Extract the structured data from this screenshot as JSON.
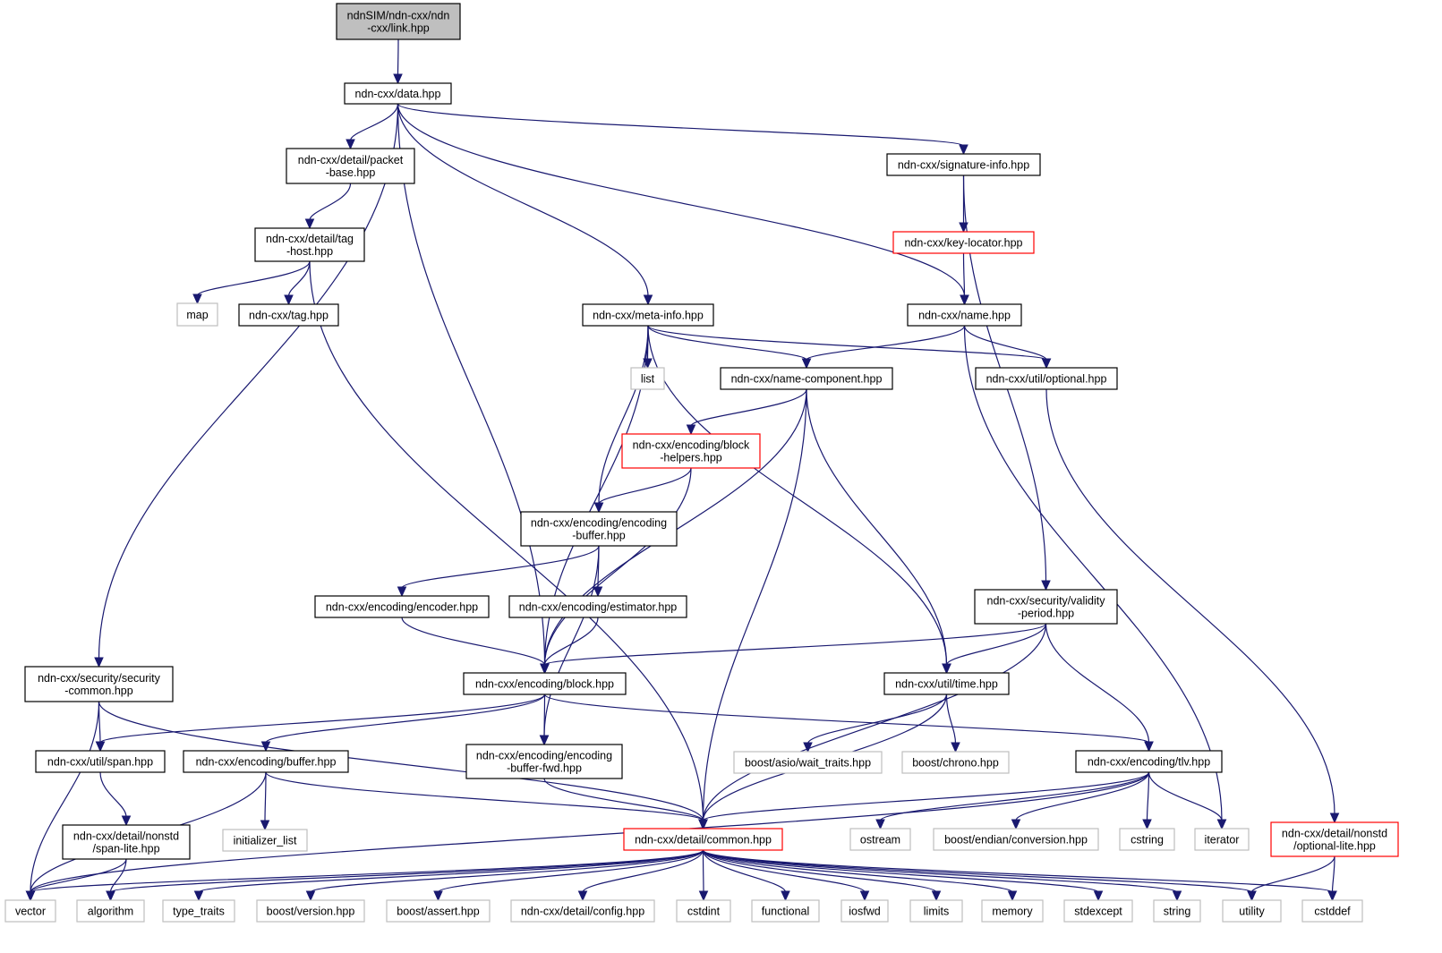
{
  "title": "ndnSIM/ndn-cxx/ndn-cxx/link.hpp include dependency graph",
  "colors": {
    "edge": "#191970",
    "root_fill": "#bfbfbf",
    "normal_border": "#000000",
    "truncated_border": "#ff0000",
    "system_border": "#bfbfbf"
  },
  "nodes": [
    {
      "id": "link",
      "label": [
        "ndnSIM/ndn-cxx/ndn",
        "-cxx/link.hpp"
      ],
      "kind": "root"
    },
    {
      "id": "data",
      "label": [
        "ndn-cxx/data.hpp"
      ],
      "kind": "normal"
    },
    {
      "id": "packet_base",
      "label": [
        "ndn-cxx/detail/packet",
        "-base.hpp"
      ],
      "kind": "normal"
    },
    {
      "id": "tag_host",
      "label": [
        "ndn-cxx/detail/tag",
        "-host.hpp"
      ],
      "kind": "normal"
    },
    {
      "id": "map",
      "label": [
        "map"
      ],
      "kind": "system"
    },
    {
      "id": "tag",
      "label": [
        "ndn-cxx/tag.hpp"
      ],
      "kind": "normal"
    },
    {
      "id": "signature_info",
      "label": [
        "ndn-cxx/signature-info.hpp"
      ],
      "kind": "normal"
    },
    {
      "id": "key_locator",
      "label": [
        "ndn-cxx/key-locator.hpp"
      ],
      "kind": "truncated"
    },
    {
      "id": "meta_info",
      "label": [
        "ndn-cxx/meta-info.hpp"
      ],
      "kind": "normal"
    },
    {
      "id": "name",
      "label": [
        "ndn-cxx/name.hpp"
      ],
      "kind": "normal"
    },
    {
      "id": "list",
      "label": [
        "list"
      ],
      "kind": "system"
    },
    {
      "id": "name_component",
      "label": [
        "ndn-cxx/name-component.hpp"
      ],
      "kind": "normal"
    },
    {
      "id": "optional",
      "label": [
        "ndn-cxx/util/optional.hpp"
      ],
      "kind": "normal"
    },
    {
      "id": "block_helpers",
      "label": [
        "ndn-cxx/encoding/block",
        "-helpers.hpp"
      ],
      "kind": "truncated"
    },
    {
      "id": "encoding_buffer",
      "label": [
        "ndn-cxx/encoding/encoding",
        "-buffer.hpp"
      ],
      "kind": "normal"
    },
    {
      "id": "encoder",
      "label": [
        "ndn-cxx/encoding/encoder.hpp"
      ],
      "kind": "normal"
    },
    {
      "id": "estimator",
      "label": [
        "ndn-cxx/encoding/estimator.hpp"
      ],
      "kind": "normal"
    },
    {
      "id": "validity_period",
      "label": [
        "ndn-cxx/security/validity",
        "-period.hpp"
      ],
      "kind": "normal"
    },
    {
      "id": "security_common",
      "label": [
        "ndn-cxx/security/security",
        "-common.hpp"
      ],
      "kind": "normal"
    },
    {
      "id": "block",
      "label": [
        "ndn-cxx/encoding/block.hpp"
      ],
      "kind": "normal"
    },
    {
      "id": "time",
      "label": [
        "ndn-cxx/util/time.hpp"
      ],
      "kind": "normal"
    },
    {
      "id": "span",
      "label": [
        "ndn-cxx/util/span.hpp"
      ],
      "kind": "normal"
    },
    {
      "id": "buffer",
      "label": [
        "ndn-cxx/encoding/buffer.hpp"
      ],
      "kind": "normal"
    },
    {
      "id": "encoding_buffer_fwd",
      "label": [
        "ndn-cxx/encoding/encoding",
        "-buffer-fwd.hpp"
      ],
      "kind": "normal"
    },
    {
      "id": "wait_traits",
      "label": [
        "boost/asio/wait_traits.hpp"
      ],
      "kind": "system"
    },
    {
      "id": "chrono",
      "label": [
        "boost/chrono.hpp"
      ],
      "kind": "system"
    },
    {
      "id": "tlv",
      "label": [
        "ndn-cxx/encoding/tlv.hpp"
      ],
      "kind": "normal"
    },
    {
      "id": "span_lite",
      "label": [
        "ndn-cxx/detail/nonstd",
        "/span-lite.hpp"
      ],
      "kind": "normal"
    },
    {
      "id": "initializer_list",
      "label": [
        "initializer_list"
      ],
      "kind": "system"
    },
    {
      "id": "common",
      "label": [
        "ndn-cxx/detail/common.hpp"
      ],
      "kind": "truncated"
    },
    {
      "id": "ostream",
      "label": [
        "ostream"
      ],
      "kind": "system"
    },
    {
      "id": "endian",
      "label": [
        "boost/endian/conversion.hpp"
      ],
      "kind": "system"
    },
    {
      "id": "cstring",
      "label": [
        "cstring"
      ],
      "kind": "system"
    },
    {
      "id": "iterator",
      "label": [
        "iterator"
      ],
      "kind": "system"
    },
    {
      "id": "optional_lite",
      "label": [
        "ndn-cxx/detail/nonstd",
        "/optional-lite.hpp"
      ],
      "kind": "truncated"
    },
    {
      "id": "vector",
      "label": [
        "vector"
      ],
      "kind": "system"
    },
    {
      "id": "algorithm",
      "label": [
        "algorithm"
      ],
      "kind": "system"
    },
    {
      "id": "type_traits",
      "label": [
        "type_traits"
      ],
      "kind": "system"
    },
    {
      "id": "boost_version",
      "label": [
        "boost/version.hpp"
      ],
      "kind": "system"
    },
    {
      "id": "boost_assert",
      "label": [
        "boost/assert.hpp"
      ],
      "kind": "system"
    },
    {
      "id": "config",
      "label": [
        "ndn-cxx/detail/config.hpp"
      ],
      "kind": "system"
    },
    {
      "id": "cstdint",
      "label": [
        "cstdint"
      ],
      "kind": "system"
    },
    {
      "id": "functional",
      "label": [
        "functional"
      ],
      "kind": "system"
    },
    {
      "id": "iosfwd",
      "label": [
        "iosfwd"
      ],
      "kind": "system"
    },
    {
      "id": "limits",
      "label": [
        "limits"
      ],
      "kind": "system"
    },
    {
      "id": "memory",
      "label": [
        "memory"
      ],
      "kind": "system"
    },
    {
      "id": "stdexcept",
      "label": [
        "stdexcept"
      ],
      "kind": "system"
    },
    {
      "id": "string",
      "label": [
        "string"
      ],
      "kind": "system"
    },
    {
      "id": "utility",
      "label": [
        "utility"
      ],
      "kind": "system"
    },
    {
      "id": "cstddef",
      "label": [
        "cstddef"
      ],
      "kind": "system"
    }
  ],
  "edges": [
    [
      "link",
      "data"
    ],
    [
      "data",
      "packet_base"
    ],
    [
      "data",
      "meta_info"
    ],
    [
      "data",
      "signature_info"
    ],
    [
      "data",
      "name"
    ],
    [
      "data",
      "block"
    ],
    [
      "data",
      "security_common"
    ],
    [
      "packet_base",
      "tag_host"
    ],
    [
      "tag_host",
      "map"
    ],
    [
      "tag_host",
      "tag"
    ],
    [
      "tag_host",
      "common"
    ],
    [
      "signature_info",
      "key_locator"
    ],
    [
      "signature_info",
      "validity_period"
    ],
    [
      "key_locator",
      "name"
    ],
    [
      "meta_info",
      "list"
    ],
    [
      "meta_info",
      "name_component"
    ],
    [
      "meta_info",
      "optional"
    ],
    [
      "meta_info",
      "encoding_buffer"
    ],
    [
      "meta_info",
      "block"
    ],
    [
      "meta_info",
      "time"
    ],
    [
      "name",
      "name_component"
    ],
    [
      "name",
      "optional"
    ],
    [
      "name",
      "iterator"
    ],
    [
      "name_component",
      "block_helpers"
    ],
    [
      "name_component",
      "block"
    ],
    [
      "name_component",
      "time"
    ],
    [
      "name_component",
      "common"
    ],
    [
      "optional",
      "optional_lite"
    ],
    [
      "block_helpers",
      "encoding_buffer"
    ],
    [
      "block_helpers",
      "block"
    ],
    [
      "encoding_buffer",
      "encoder"
    ],
    [
      "encoding_buffer",
      "estimator"
    ],
    [
      "encoding_buffer",
      "encoding_buffer_fwd"
    ],
    [
      "encoder",
      "block"
    ],
    [
      "estimator",
      "block"
    ],
    [
      "validity_period",
      "block"
    ],
    [
      "validity_period",
      "time"
    ],
    [
      "validity_period",
      "tlv"
    ],
    [
      "validity_period",
      "common"
    ],
    [
      "security_common",
      "span"
    ],
    [
      "security_common",
      "vector"
    ],
    [
      "security_common",
      "common"
    ],
    [
      "block",
      "span"
    ],
    [
      "block",
      "buffer"
    ],
    [
      "block",
      "encoding_buffer_fwd"
    ],
    [
      "block",
      "tlv"
    ],
    [
      "time",
      "common"
    ],
    [
      "time",
      "wait_traits"
    ],
    [
      "time",
      "chrono"
    ],
    [
      "span",
      "span_lite"
    ],
    [
      "span_lite",
      "vector"
    ],
    [
      "span_lite",
      "algorithm"
    ],
    [
      "buffer",
      "vector"
    ],
    [
      "buffer",
      "initializer_list"
    ],
    [
      "buffer",
      "common"
    ],
    [
      "encoding_buffer_fwd",
      "common"
    ],
    [
      "tlv",
      "common"
    ],
    [
      "tlv",
      "vector"
    ],
    [
      "tlv",
      "ostream"
    ],
    [
      "tlv",
      "endian"
    ],
    [
      "tlv",
      "cstring"
    ],
    [
      "tlv",
      "iterator"
    ],
    [
      "optional_lite",
      "utility"
    ],
    [
      "optional_lite",
      "cstddef"
    ],
    [
      "common",
      "vector"
    ],
    [
      "common",
      "algorithm"
    ],
    [
      "common",
      "type_traits"
    ],
    [
      "common",
      "boost_version"
    ],
    [
      "common",
      "boost_assert"
    ],
    [
      "common",
      "config"
    ],
    [
      "common",
      "cstdint"
    ],
    [
      "common",
      "functional"
    ],
    [
      "common",
      "iosfwd"
    ],
    [
      "common",
      "limits"
    ],
    [
      "common",
      "memory"
    ],
    [
      "common",
      "stdexcept"
    ],
    [
      "common",
      "string"
    ],
    [
      "common",
      "utility"
    ],
    [
      "common",
      "cstddef"
    ]
  ]
}
